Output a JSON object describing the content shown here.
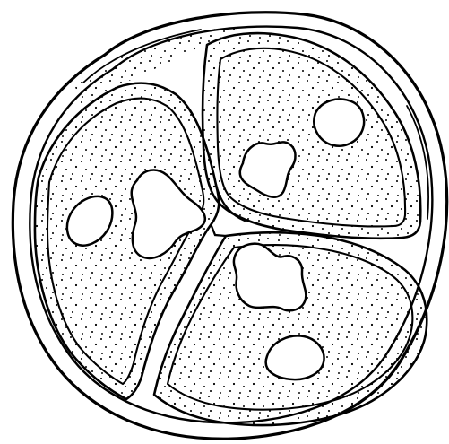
{
  "image": {
    "kind": "line-drawing",
    "subject": "cell-cluster",
    "colors": {
      "background": "#ffffff",
      "stroke": "#000000",
      "stipple": "#000000"
    },
    "regions": [
      {
        "name": "cell-left",
        "has_nucleus": true,
        "has_irregular_cavity": true
      },
      {
        "name": "cell-top-right",
        "has_nucleus": true,
        "has_irregular_cavity": true
      },
      {
        "name": "cell-bottom-right",
        "has_nucleus": true,
        "has_irregular_cavity": true
      }
    ]
  }
}
